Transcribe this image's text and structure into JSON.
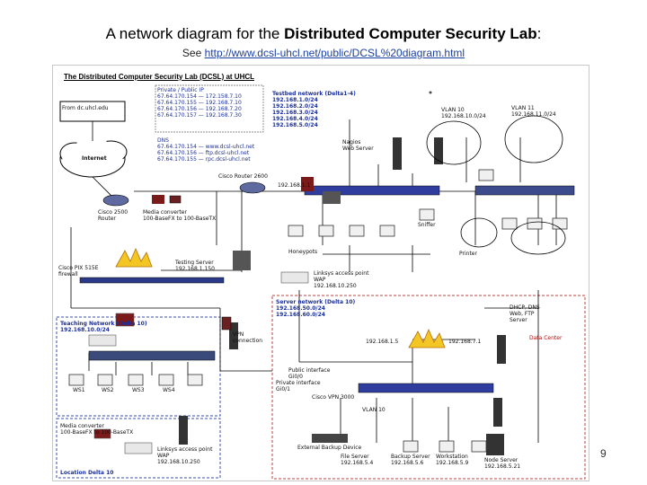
{
  "slide": {
    "title_prefix": "A network diagram for the ",
    "title_bold": "Distributed Computer Security Lab",
    "title_suffix": ":",
    "subtitle_prefix": "See ",
    "subtitle_link": "http://www.dcsl-uhcl.net/public/DCSL%20diagram.html",
    "page_number": "9"
  },
  "diagram": {
    "title": "The Distributed Computer Security Lab (DCSL) at UHCL",
    "labels": {
      "from_dc": "From dc.uhcl.edu",
      "internet": "Internet",
      "ip_table": "Private / Public IP\n67.64.170.154 — 172.158.7.10\n67.64.170.155 — 192.168.7.10\n67.64.170.156 — 192.168.7.20\n67.64.170.157 — 192.168.7.30",
      "dns": "DNS\n67.64.170.154 — www.dcsl-uhcl.net\n67.64.170.156 — ftp.dcsl-uhcl.net\n67.64.170.155 — rpc.dcsl-uhcl.net",
      "testbed": "Testbed network (Delta1-4)\n192.168.1.0/24\n192.168.2.0/24\n192.168.3.0/24\n192.168.4.0/24\n192.168.5.0/24",
      "vlans": "VLAN 10\n192.168.10.0/24",
      "vlan11": "VLAN 11\n192.168.11.0/24",
      "cisco_router": "Cisco Router 2600",
      "media_converter": "Media converter\n100-BaseFX to 100-BaseTX",
      "router_label": "Cisco 2500\nRouter",
      "honeypots": "Honeypots",
      "testing_server": "Testing Server\n192.168.1.150",
      "access_point": "Linksys access point\nWAP\n192.168.10.250",
      "cisco_pix": "Cisco PIX 515E\nfirewall",
      "teaching_net": "Teaching Network (Delta 10)\n192.168.10.0/24",
      "server_net": "Server network (Delta 10)\n192.168.50.0/24\n192.168.60.0/24",
      "dhcp": "DHCP, DNS\nWeb, FTP\nServer",
      "vpn_conn": "VPN\nconnection",
      "public_iface": "Public interface\nGi0/0",
      "private_iface": "Private interface\nGi0/1",
      "cisco_vpn": "Cisco VPN 3000",
      "vlan_lower": "VLAN 10",
      "external_backup": "External Backup Device",
      "file_server": "File Server\n192.168.5.4",
      "backup_server": "Backup Server\n192.168.5.6",
      "workstation": "Workstation\n192.168.5.9",
      "node_server": "Node Server\n192.168.5.21",
      "location": "Location Delta 10",
      "media_conv2": "Media converter\n100-BaseFX to 100-BaseTX",
      "linksys2": "Linksys access point\nWAP\n192.168.10.250",
      "ws1": "WS1",
      "ws2": "WS2",
      "ws3": "WS3",
      "ws4": "WS4",
      "sniffer": "Sniffer",
      "printer": "Printer",
      "nagios": "Nagios\nWeb Server",
      "datacenter": "Data Center",
      "ip_top": "192.168.1.1",
      "ip_pix_a": "192.168.1.5",
      "ip_pix_b": "192.168.7.1"
    }
  }
}
